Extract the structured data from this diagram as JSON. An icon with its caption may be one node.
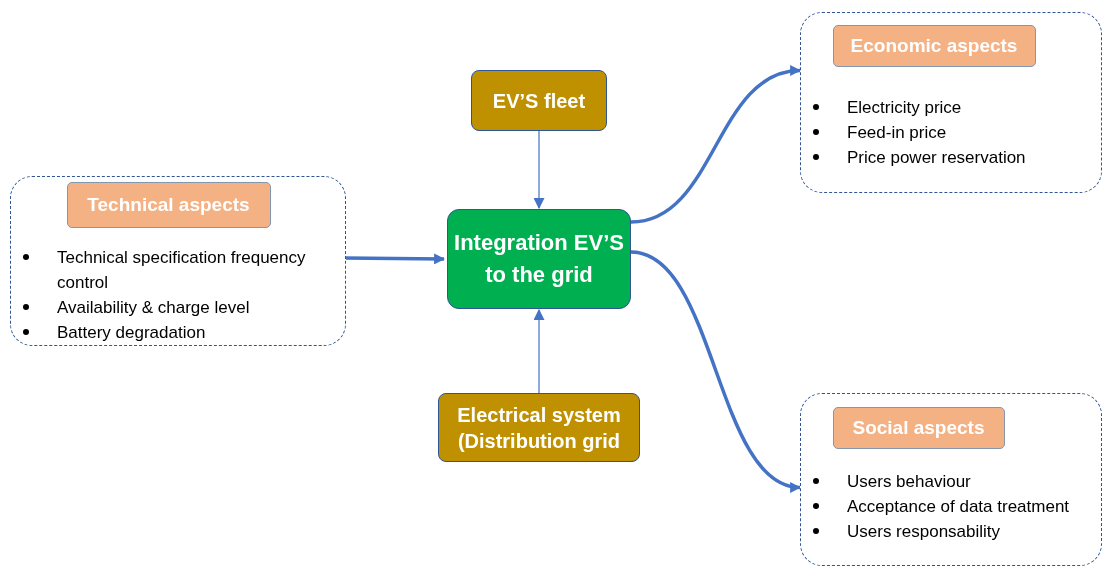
{
  "diagram": {
    "nodes": [
      {
        "text": [
          "Technical specification frequency control",
          "Availability & charge level",
          "Battery degradation"
        ]
      },
      {
        "text": [
          "Technical aspects"
        ],
        "in": 0
      },
      {
        "text": [
          "EV’S fleet"
        ]
      },
      {
        "text": [
          "Integration EV’S to the grid"
        ]
      },
      {
        "text": [
          "Electrical system (Distribution grid"
        ]
      },
      {
        "text": [
          "Electricity price",
          "Feed-in price",
          "Price power reservation"
        ]
      },
      {
        "text": [
          "Economic aspects"
        ],
        "in": 5
      },
      {
        "text": [
          "Users behaviour",
          "Acceptance of data treatment",
          "Users responsability"
        ]
      },
      {
        "text": [
          "Social aspects"
        ],
        "in": 7
      }
    ],
    "edges": [
      {
        "from": 0,
        "to": 3,
        "arrow": "to"
      },
      {
        "from": 2,
        "to": 3,
        "arrow": "to"
      },
      {
        "from": 4,
        "to": 3,
        "arrow": "to"
      },
      {
        "from": 3,
        "to": 5,
        "arrow": "to"
      },
      {
        "from": 3,
        "to": 7,
        "arrow": "to"
      }
    ]
  }
}
